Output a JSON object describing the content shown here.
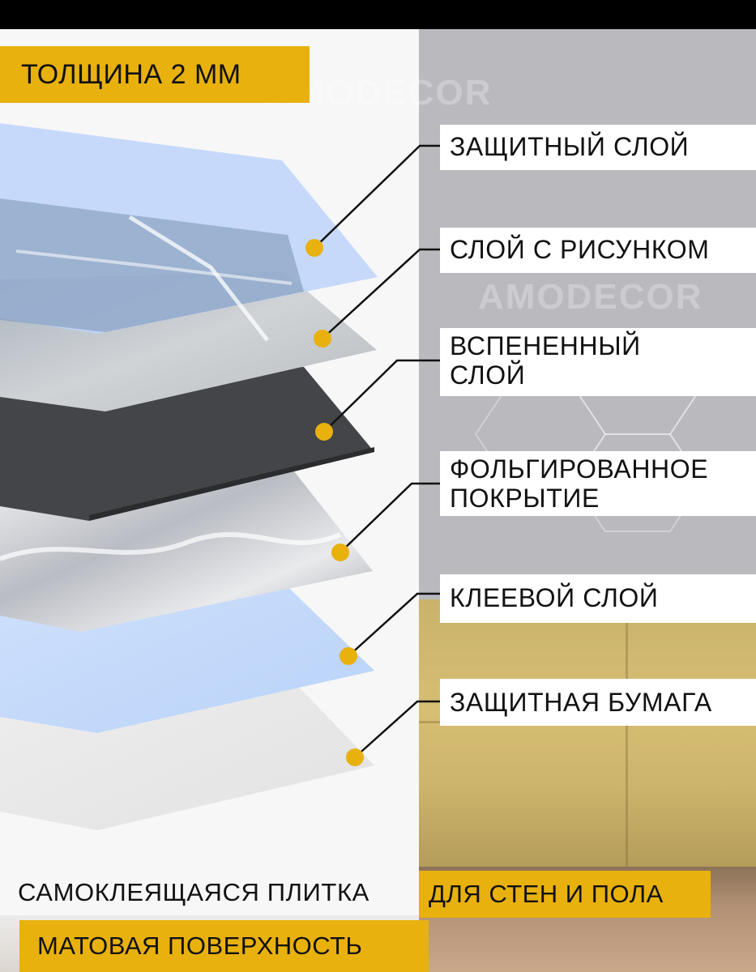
{
  "header": {
    "thickness": "ТОЛЩИНА 2 ММ"
  },
  "layers": [
    {
      "label": "ЗАЩИТНЫЙ СЛОЙ"
    },
    {
      "label": "СЛОЙ С РИСУНКОМ"
    },
    {
      "label": "ВСПЕНЕННЫЙ СЛОЙ"
    },
    {
      "label": "ФОЛЬГИРОВАННОЕ ПОКРЫТИЕ"
    },
    {
      "label": "КЛЕЕВОЙ СЛОЙ"
    },
    {
      "label": "ЗАЩИТНАЯ БУМАГА"
    }
  ],
  "footer": {
    "line1_left": "САМОКЛЕЯЩАЯСЯ ПЛИТКА",
    "line1_right": "ДЛЯ СТЕН И ПОЛА",
    "line2": "МАТОВАЯ ПОВЕРХНОСТЬ"
  },
  "watermark": "AMODECOR",
  "colors": {
    "accent": "#e8b10e",
    "dot": "#e8b10e",
    "leader": "#111111"
  }
}
